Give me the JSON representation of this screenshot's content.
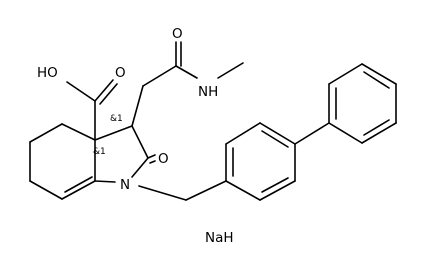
{
  "molecule": {
    "atoms": {
      "oh": "HO",
      "o_acid": "O",
      "o_amide": "O",
      "nh": "NH",
      "o_lactam": "O",
      "n_ring": "N"
    },
    "stereo": {
      "c3": "&1",
      "c3a": "&1"
    },
    "salt": "NaH"
  }
}
